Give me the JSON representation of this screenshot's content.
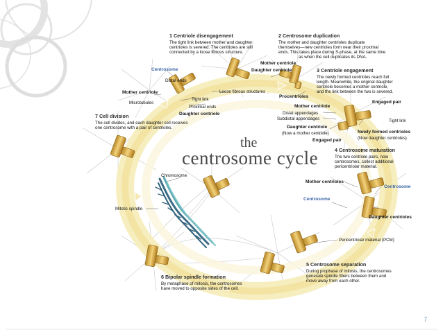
{
  "slide": {
    "page_number": "7"
  },
  "title": {
    "the": "the",
    "main": "centrosome cycle"
  },
  "stages": {
    "s1": {
      "heading": "1 Centriole disengagement",
      "body": [
        "The tight link between mother and daughter",
        "centrioles is severed. The centrioles are still",
        "connected by a loose fibrous structure."
      ]
    },
    "s2": {
      "heading": "2 Centrosome duplication",
      "body": [
        "The mother and daughter centrioles duplicate",
        "themselves—new centrioles form near their proximal",
        "ends. This takes place during S-phase, at the same time",
        "as when the cell duplicates its DNA."
      ]
    },
    "s3": {
      "heading": "3 Centriole engagement",
      "body": [
        "The newly formed centrioles reach full",
        "length. Meanwhile, the original daughter",
        "centriole becomes a mother centriole,",
        "and the link between the two is severed."
      ]
    },
    "s4": {
      "heading": "4 Centrosome maturation",
      "body": [
        "The two centriole pairs, now",
        "centrosomes, collect additional",
        "pericentriolar material."
      ]
    },
    "s5": {
      "heading": "5 Centrosome separation",
      "body": [
        "During prophase of mitosis, the centrosomes",
        "generate spindle fibers between them and",
        "move away from each other."
      ]
    },
    "s6": {
      "heading": "6 Bipolar spindle formation",
      "body": [
        "By metaphase of mitosis, the centrosomes",
        "have moved to opposite sides of the cell."
      ]
    },
    "s7": {
      "heading": "7 Cell division",
      "body": [
        "The cell divides, and each daughter cell receives",
        "one centrosome with a pair of centrioles."
      ]
    }
  },
  "labels": {
    "centrosome_top": "Centrosome",
    "distal_ends": "Distal ends",
    "mother_centriole_left": "Mother centriole",
    "microtubules": "Microtubules",
    "tight_link_left": "Tight link",
    "proximal_ends": "Proximal ends",
    "daughter_centriole_left": "Daughter centriole",
    "loose_fibrous": "Loose fibrous structures",
    "mother_centriole_s2": "Mother centriole",
    "daughter_centriole_s2": "Daughter centriole",
    "procentrioles": "Procentrioles",
    "mother_centriole_s3": "Mother centriole",
    "distal_appendages": "Distal appendages",
    "subdistal_appendages": "Subdistal appendages",
    "daughter_centriole_s3": "Daughter centriole",
    "now_mother": "(Now a mother centriole)",
    "engaged_pair_bottom": "Engaged pair",
    "engaged_pair_right": "Engaged pair",
    "tight_link_right": "Tight link",
    "newly_formed": "Newly formed centrioles",
    "now_daughter": "(Now daughter centrioles)",
    "mother_centrioles_s4": "Mother centrioles",
    "centrosome_s4_right": "Centrosome",
    "centrosome_s4_left": "Centrosome",
    "daughter_centrioles_s4": "Daughter centrioles",
    "pcm": "Pericentriolar material (PCM)",
    "chromosome": "Chromosome",
    "mitotic_spindle": "Mitotic spindle"
  }
}
